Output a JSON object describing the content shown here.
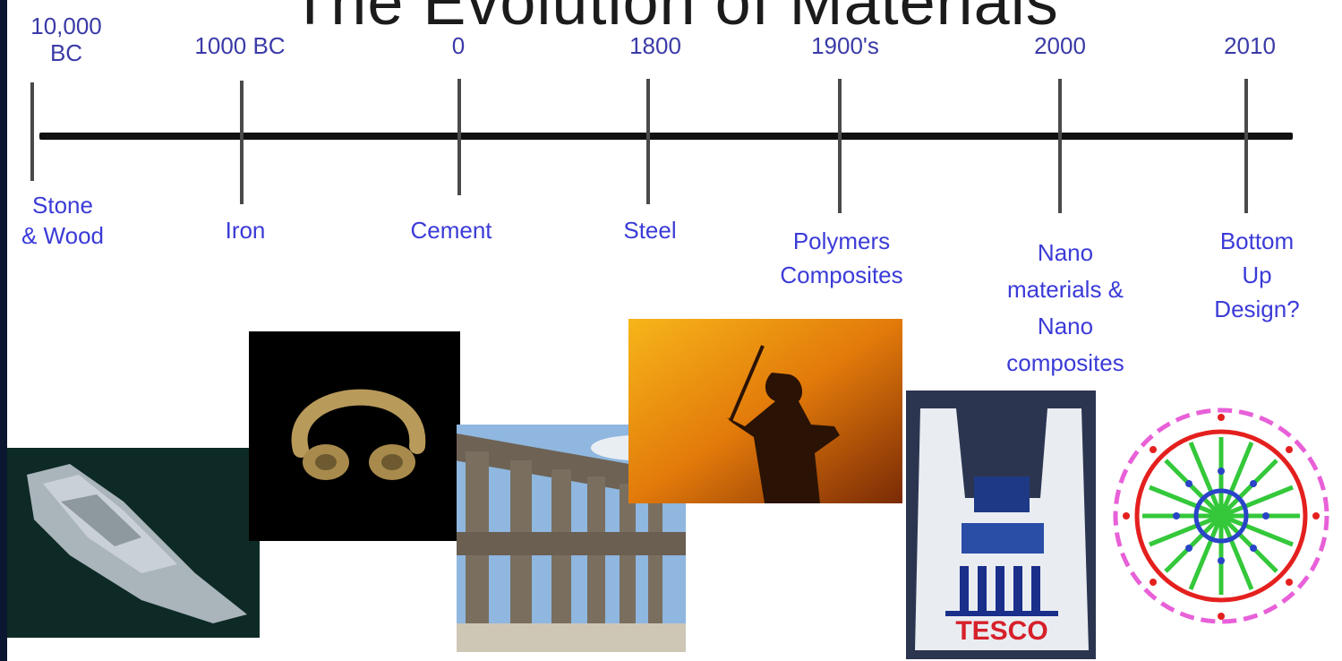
{
  "title": "The Evolution of Materials",
  "eras": [
    {
      "date": "10,000\nBC",
      "material": "Stone\n& Wood"
    },
    {
      "date": "1000 BC",
      "material": "Iron"
    },
    {
      "date": "0",
      "material": "Cement"
    },
    {
      "date": "1800",
      "material": "Steel"
    },
    {
      "date": "1900's",
      "material": "Polymers\nComposites"
    },
    {
      "date": "2000",
      "material": "Nano\nmaterials &\nNano\ncomposites"
    },
    {
      "date": "2010",
      "material": "Bottom Up\nDesign?"
    }
  ],
  "images": {
    "bag_brand": "TESCO"
  },
  "colors": {
    "label": "#3b3bd8",
    "axis": "#111111"
  }
}
